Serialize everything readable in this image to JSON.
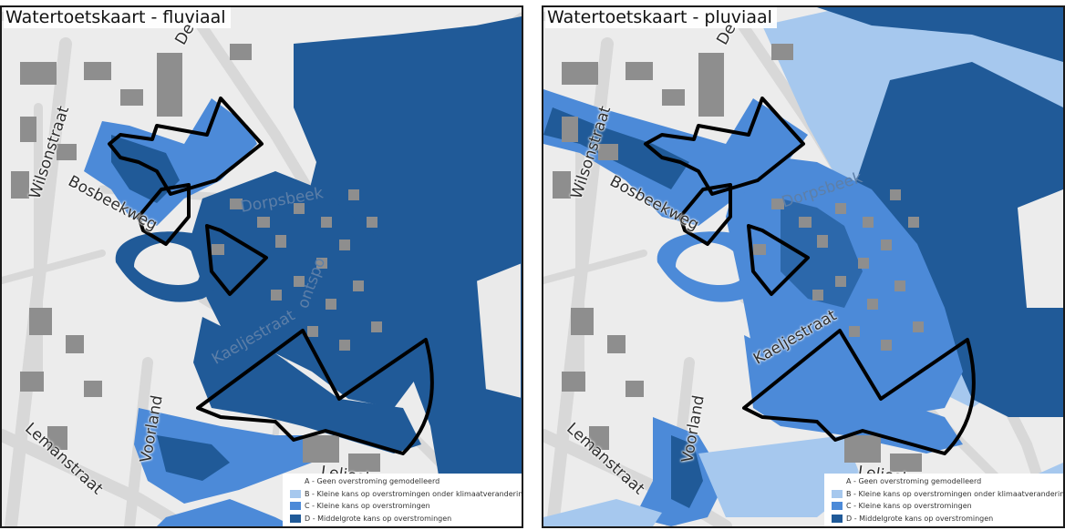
{
  "maps": [
    {
      "title": "Watertoetskaart - fluviaal",
      "streets": {
        "wilsonstraat": "Wilsonstraat",
        "bosbeekweg": "Bosbeekweg",
        "dorpsbeek": "Dorpsbeek",
        "keeljestraat": "Kaeljestraat",
        "voorland": "Voorland",
        "lemanstraat": "Lemanstraat",
        "leliestraat": "Leliestraat",
        "de": "De",
        "ontspo": "ontspo"
      }
    },
    {
      "title": "Watertoetskaart - pluviaal",
      "streets": {
        "wilsonstraat": "Wilsonstraat",
        "bosbeekweg": "Bosbeekweg",
        "dorpsbeek": "Dorpsbeek",
        "keeljestraat": "Kaeljestraat",
        "voorland": "Voorland",
        "lemanstraat": "Lemanstraat",
        "leliestraat": "Leliestraat",
        "de": "De"
      }
    }
  ],
  "legend": {
    "items": [
      {
        "label": "A - Geen overstroming gemodelleerd",
        "color": ""
      },
      {
        "label": "B - Kleine kans op overstromingen onder klimaatverandering",
        "color": "#a6c8ee"
      },
      {
        "label": "C - Kleine kans op overstromingen",
        "color": "#4c8ad8"
      },
      {
        "label": "D - Middelgrote kans op overstromingen",
        "color": "#205a98"
      }
    ]
  },
  "colors": {
    "map_background": "#ececec",
    "building": "#8e8e8e",
    "road": "#d4d4d4",
    "boundary": "#000000"
  }
}
